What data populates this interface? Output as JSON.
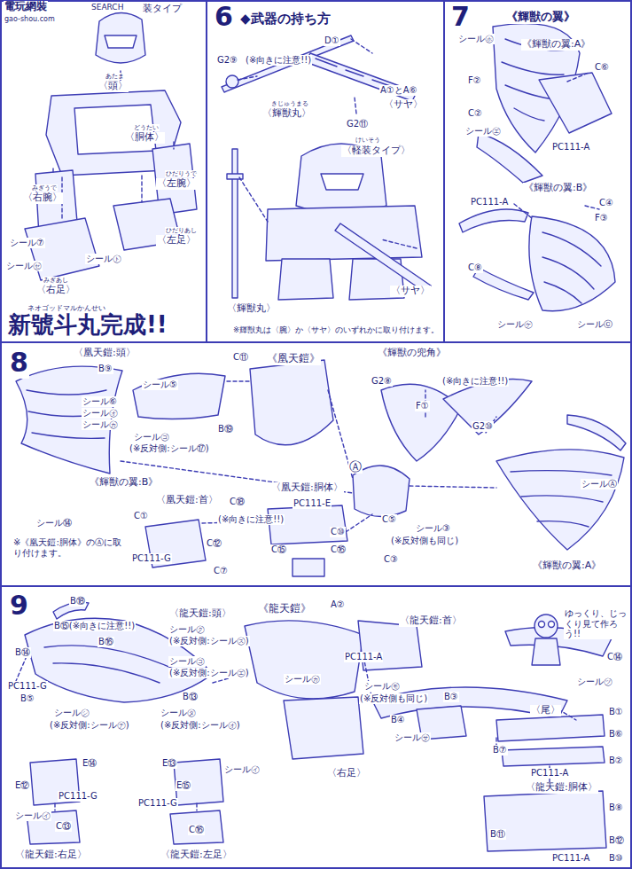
{
  "diagram": {
    "nodes": [
      {
        "text": [
          "新號斗丸完成!!"
        ]
      },
      {
        "text": [
          "6",
          "◆武器の持ち方"
        ]
      },
      {
        "text": [
          "7",
          "《輝獣の翼》"
        ]
      },
      {
        "text": [
          "8"
        ]
      },
      {
        "text": [
          "9"
        ]
      }
    ],
    "labels": [
      "電玩網裝",
      "SEARCH",
      "gao-shou.com",
      "装タイプ",
      "あたま",
      "〈頭〉",
      "どうたい",
      "〈胴体〉",
      "みぎうで",
      "〈右腕〉",
      "シール⑦",
      "シール㋝",
      "シール㋣",
      "ひだりうで",
      "〈左腕〉",
      "ひだりあし",
      "〈左足〉",
      "みぎあし",
      "〈右足〉",
      "ネオゴッドマルかんせい",
      "D①",
      "G2⑨",
      "(※向きに注意!!)",
      "A①とA⑥",
      "〈サヤ〉",
      "G2⑪",
      "きじゅうまる",
      "〈輝獣丸〉",
      "けいそう",
      "〈軽装タイプ〉",
      "〈輝獣丸〉",
      "〈サヤ〉",
      "※輝獣丸は〈腕〉か〈サヤ〉のいずれかに取り付けます。",
      "シール㋭",
      "《輝獣の翼:A》",
      "F②",
      "C⑥",
      "C②",
      "シール㋓",
      "PC111-A",
      "《輝獣の翼:B》",
      "PC111-A",
      "C④",
      "F③",
      "C⑧",
      "シール㋘",
      "シールⓒ",
      "〈凰天鎧:頭〉",
      "B⑨",
      "C⑪",
      "シール⑤",
      "シール⑥",
      "シール㋔",
      "シール㋕",
      "シール㋙",
      "(※反対側:シール⑰)",
      "B⑲",
      "《凰天鎧》",
      "《輝獣の兜角》",
      "G2⑧",
      "(※向きに注意!!)",
      "F①",
      "G2⑩",
      "シールⒶ",
      "《輝獣の翼:B》",
      "〈凰天鎧:首〉",
      "C⑱",
      "C①",
      "(※向きに注意!!)",
      "C⑫",
      "C⑦",
      "PC111-G",
      "シール⑭",
      "※《凰天鎧:胴体》のⒶに取り付けます。",
      "〈凰天鎧:胴体〉",
      "PC111-E",
      "C⑩",
      "C⑮",
      "C⑯",
      "Ⓐ",
      "C⑤",
      "シール③",
      "(※反対側も同じ)",
      "C③",
      "《輝獣の翼:A》",
      "B⑱",
      "B⑮(※向きに注意!!)",
      "B⑭",
      "B⑯",
      "〈龍天鎧:頭〉",
      "シール㋗",
      "(※反対側:シール㋜)",
      "シール㋙",
      "(※反対側:シール㋓)",
      "B⑬",
      "PC111-G",
      "B⑤",
      "シール㋛",
      "(※反対側:シール㋠)",
      "シール㋟",
      "(※反対側:シール㋔)",
      "《龍天鎧》",
      "シール㋕",
      "A②",
      "〈龍天鎧:首〉",
      "PC111-A",
      "シール㋲",
      "(※反対側も同じ)",
      "B③",
      "B④",
      "シール㋚",
      "〈右足〉",
      "ゆっくり、じっくり見て作ろう!!",
      "C⑭",
      "シール㋡",
      "〈尾〉",
      "B①",
      "B⑥",
      "B⑦",
      "PC111-A",
      "B②",
      "〈龍天鎧:胴体〉",
      "B⑧",
      "B⑪",
      "B⑫",
      "PC111-A",
      "B⑩",
      "E⑭",
      "E⑫",
      "PC111-G",
      "シール㋑",
      "C⑬",
      "〈龍天鎧:右足〉",
      "E⑬",
      "シール㋑",
      "E⑮",
      "PC111-G",
      "C⑯",
      "〈龍天鎧:左足〉"
    ]
  }
}
